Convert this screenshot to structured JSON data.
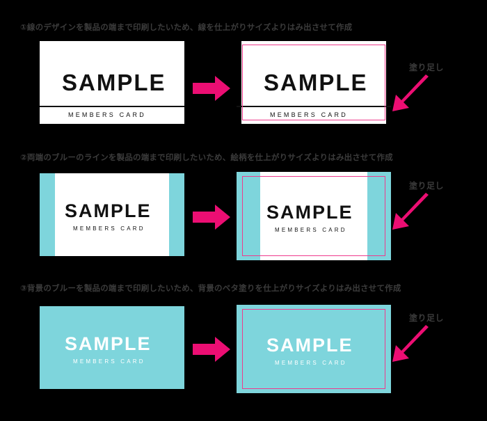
{
  "page": {
    "background_color": "#000000",
    "title_hidden": "印刷データ 塗り足し 作成例"
  },
  "colors": {
    "black": "#000000",
    "caption_gray": "#3b3b3b",
    "white": "#ffffff",
    "cyan": "#7ed5dc",
    "magenta_arrow": "#ec0e73",
    "magenta_trim": "#ee3a8c",
    "text_dark": "#111111"
  },
  "card_text": {
    "sample": "SAMPLE",
    "members": "MEMBERS CARD"
  },
  "callout": {
    "label": "塗り足し",
    "arrow_icon": "diagonal-arrow-down-left-icon"
  },
  "transform_arrow": {
    "icon": "arrow-right-icon"
  },
  "rows": [
    {
      "id": "row-1",
      "number": "①",
      "caption": "①線のデザインを製品の端まで印刷したいため、線を仕上がりサイズよりはみ出させて作成",
      "before": {
        "name": "card-before-line-design",
        "background": "#ffffff",
        "sample": "SAMPLE",
        "members": "MEMBERS CARD",
        "has_rule": true,
        "rule_color": "#111111",
        "bleed": false
      },
      "after": {
        "name": "card-after-line-design",
        "background": "#ffffff",
        "sample": "SAMPLE",
        "members": "MEMBERS CARD",
        "has_rule": true,
        "rule_color": "#111111",
        "bleed": true,
        "trim_line_color": "#ee3a8c"
      }
    },
    {
      "id": "row-2",
      "number": "②",
      "caption": "②両端のブルーのラインを製品の端まで印刷したいため、絵柄を仕上がりサイズよりはみ出させて作成",
      "before": {
        "name": "card-before-side-bands",
        "background": "#ffffff",
        "band_color": "#7ed5dc",
        "sample": "SAMPLE",
        "members": "MEMBERS CARD",
        "has_rule": false,
        "bleed": false
      },
      "after": {
        "name": "card-after-side-bands",
        "background": "#ffffff",
        "band_color": "#7ed5dc",
        "sample": "SAMPLE",
        "members": "MEMBERS CARD",
        "has_rule": false,
        "bleed": true,
        "trim_line_color": "#ee3a8c"
      }
    },
    {
      "id": "row-3",
      "number": "③",
      "caption": "③背景のブルーを製品の端まで印刷したいため、背景のベタ塗りを仕上がりサイズよりはみ出させて作成",
      "before": {
        "name": "card-before-solid-fill",
        "background": "#7ed5dc",
        "sample": "SAMPLE",
        "members": "MEMBERS CARD",
        "has_rule": false,
        "bleed": false
      },
      "after": {
        "name": "card-after-solid-fill",
        "background": "#7ed5dc",
        "sample": "SAMPLE",
        "members": "MEMBERS CARD",
        "has_rule": false,
        "bleed": true,
        "trim_line_color": "#ee3a8c"
      }
    }
  ]
}
